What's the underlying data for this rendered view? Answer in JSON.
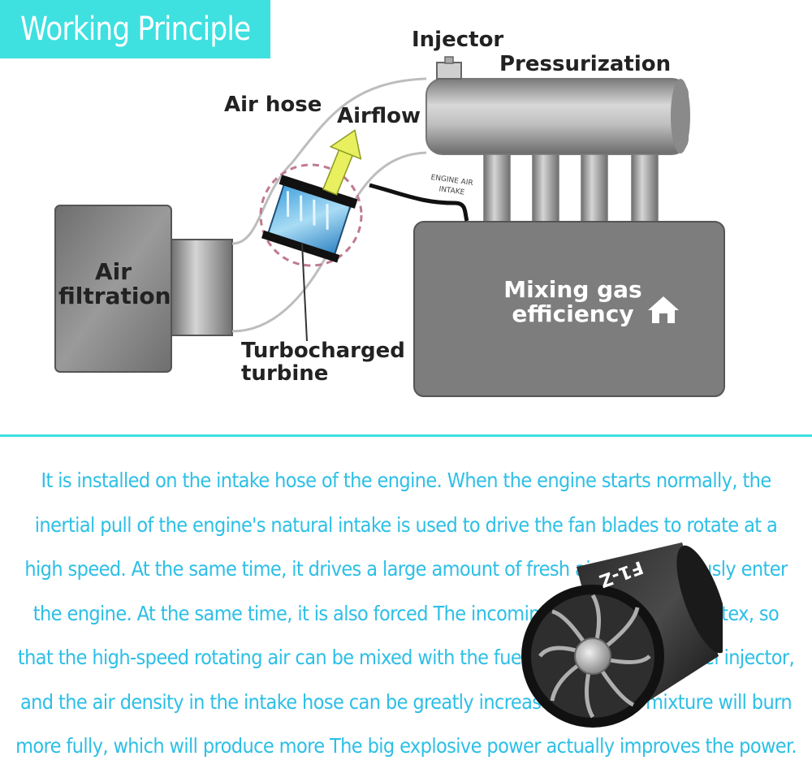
{
  "title": "Working Principle",
  "labels": {
    "injector": "Injector",
    "pressurization": "Pressurization",
    "air_hose": "Air hose",
    "airflow": "Airflow",
    "engine_tag": "ENGINE AIR INTAKE",
    "air_filtration_line1": "Air",
    "air_filtration_line2": "filtration",
    "turbine_line1": "Turbocharged",
    "turbine_line2": "turbine",
    "mixing_line1": "Mixing gas",
    "mixing_line2": "efficiency"
  },
  "product_label": "F1-Z",
  "description": "It is installed on the intake hose of the engine. When the engine starts normally, the inertial pull of the engine's natural intake is used to drive the fan blades to rotate at a high speed. At the same time, it drives a large amount of fresh air to continuously enter the engine. At the same time, it is also forced The incoming air generates a vortex, so that the high-speed rotating air can be mixed with the fuel sprayed from the fuel injector, and the air density in the intake hose can be greatly increased, and the mixture will burn more fully, which will produce more The big explosive power actually improves the power.",
  "colors": {
    "accent": "#3ee0e0",
    "text": "#2dbfe6",
    "engine_block": "#7d7d7d",
    "arrow": "#e8f060"
  },
  "icons": [
    "home-icon",
    "airflow-arrow-icon",
    "turbine-icon"
  ]
}
